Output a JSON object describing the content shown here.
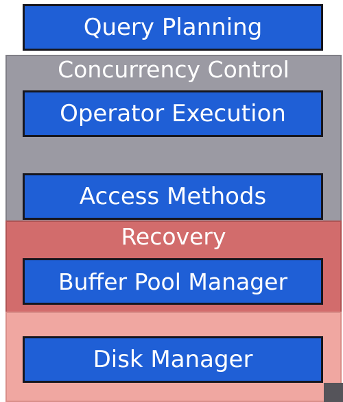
{
  "layers": {
    "concurrency": "Concurrency Control",
    "recovery": "Recovery"
  },
  "boxes": {
    "query_planning": "Query Planning",
    "operator_execution": "Operator Execution",
    "access_methods": "Access Methods",
    "buffer_pool_manager": "Buffer Pool Manager",
    "disk_manager": "Disk Manager"
  },
  "colors": {
    "box_blue": "#1f5fd6",
    "concurrency_gray": "#9b9aa3",
    "recovery_red": "#d26c6c",
    "disk_pink": "#f0a7a1"
  }
}
